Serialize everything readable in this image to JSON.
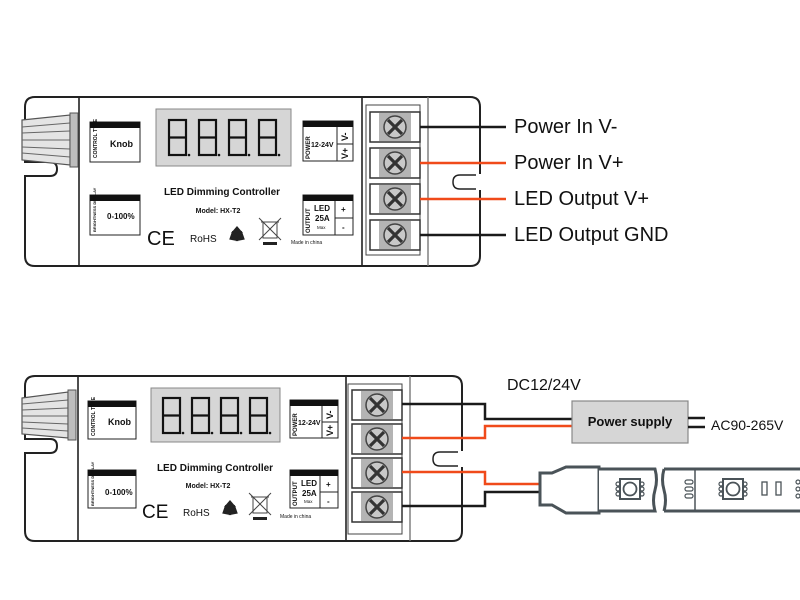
{
  "controller": {
    "title": "LED Dimming Controller",
    "model": "Model: HX-T2",
    "display_digits": "8.8.8.8.",
    "control_type_label": "CONTROL TYPE",
    "control_type_value": "Knob",
    "brightness_label": "BRIGHTNESS DISPLAY",
    "brightness_value": "0-100%",
    "power_label": "POWER",
    "power_value": "12-24V",
    "power_pins": [
      "V-",
      "V+"
    ],
    "output_label": "OUTPUT",
    "output_value_1": "LED",
    "output_value_2": "25A",
    "output_value_3": "Max",
    "output_pins": [
      "+",
      "-"
    ],
    "ce_mark": "CE",
    "rohs": "RoHS",
    "made_in": "Made in china"
  },
  "top_diagram": {
    "terminals": [
      {
        "label": "Power In V-",
        "wire": "black"
      },
      {
        "label": "Power In V+",
        "wire": "orange"
      },
      {
        "label": "LED Output V+",
        "wire": "orange"
      },
      {
        "label": "LED Output GND",
        "wire": "black"
      }
    ]
  },
  "bottom_diagram": {
    "dc_label": "DC12/24V",
    "power_supply_label": "Power supply",
    "ac_label": "AC90-265V"
  },
  "colors": {
    "wire_orange": "#f04a1a",
    "wire_black": "#1a1a1a",
    "display_grey": "#d6d6d6",
    "terminal_grey": "#a8a8a8",
    "strip_outline": "#4a5358"
  }
}
